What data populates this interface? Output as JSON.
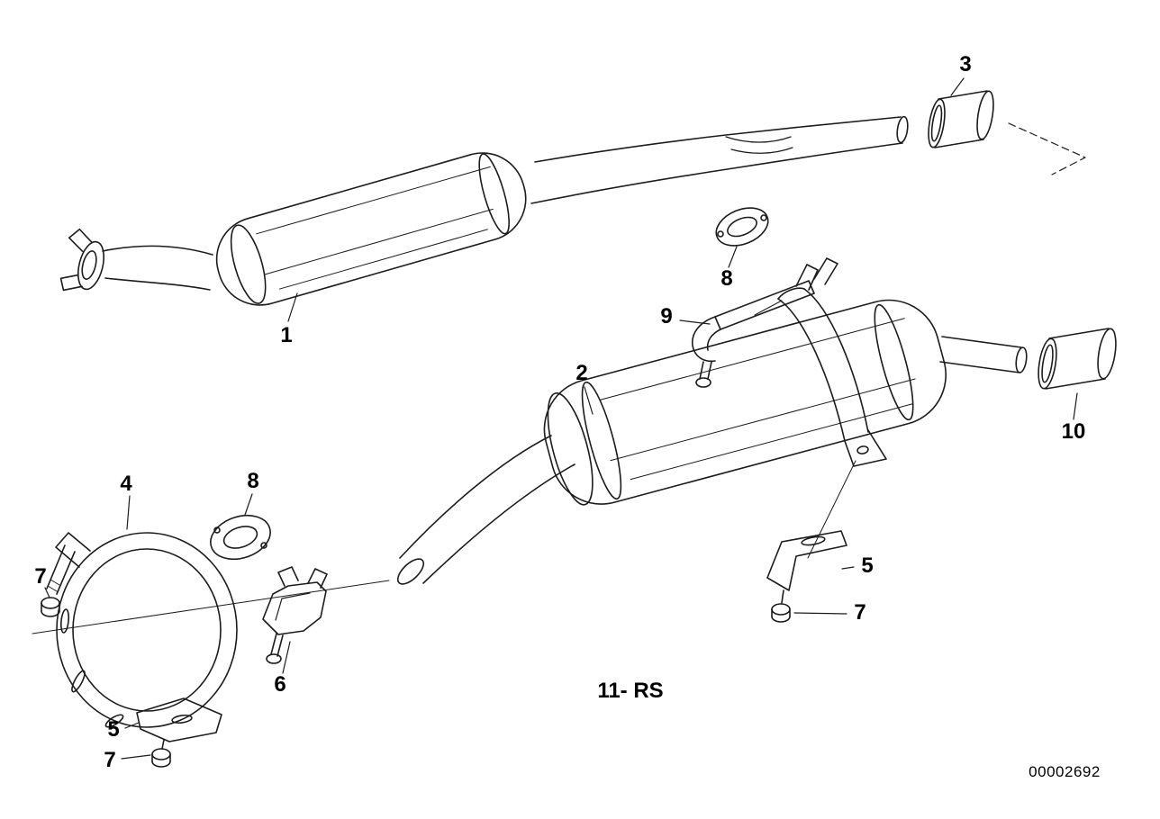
{
  "diagram": {
    "doc_number": "00002692",
    "legend": "11- RS",
    "callouts": [
      {
        "id": "1",
        "label": "1"
      },
      {
        "id": "2",
        "label": "2"
      },
      {
        "id": "3",
        "label": "3"
      },
      {
        "id": "4",
        "label": "4"
      },
      {
        "id": "8-left",
        "label": "8"
      },
      {
        "id": "8-top",
        "label": "8"
      },
      {
        "id": "9",
        "label": "9"
      },
      {
        "id": "10",
        "label": "10"
      },
      {
        "id": "5-right",
        "label": "5"
      },
      {
        "id": "7-right",
        "label": "7"
      },
      {
        "id": "6",
        "label": "6"
      },
      {
        "id": "7-left",
        "label": "7"
      },
      {
        "id": "5-left",
        "label": "5"
      },
      {
        "id": "7-bottom",
        "label": "7"
      }
    ],
    "line_color": "#1c1c1c",
    "background_color": "#ffffff"
  }
}
